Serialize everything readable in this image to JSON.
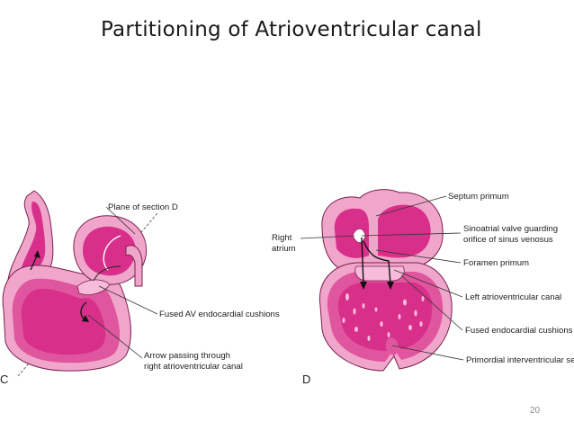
{
  "slide": {
    "title": "Partitioning of Atrioventricular canal",
    "page_number": "20"
  },
  "panel_c": {
    "letter": "C",
    "labels": {
      "plane": "Plane of section D",
      "cushions": "Fused AV endocardial cushions",
      "arrow_line1": "Arrow passing through",
      "arrow_line2": "right atrioventricular canal"
    }
  },
  "panel_d": {
    "letter": "D",
    "labels": {
      "right_atrium_1": "Right",
      "right_atrium_2": "atrium",
      "septum_primum": "Septum primum",
      "sinoatrial_1": "Sinoatrial valve guarding",
      "sinoatrial_2": "orifice of sinus venosus",
      "foramen": "Foramen primum",
      "left_av": "Left atrioventricular canal",
      "fused": "Fused endocardial cushions",
      "primordial": "Primordial interventricular septu"
    }
  },
  "colors": {
    "tissue_outer": "#f0a6cb",
    "tissue_mid": "#e0569e",
    "lumen": "#d8308a",
    "outline": "#7a1f4e"
  }
}
